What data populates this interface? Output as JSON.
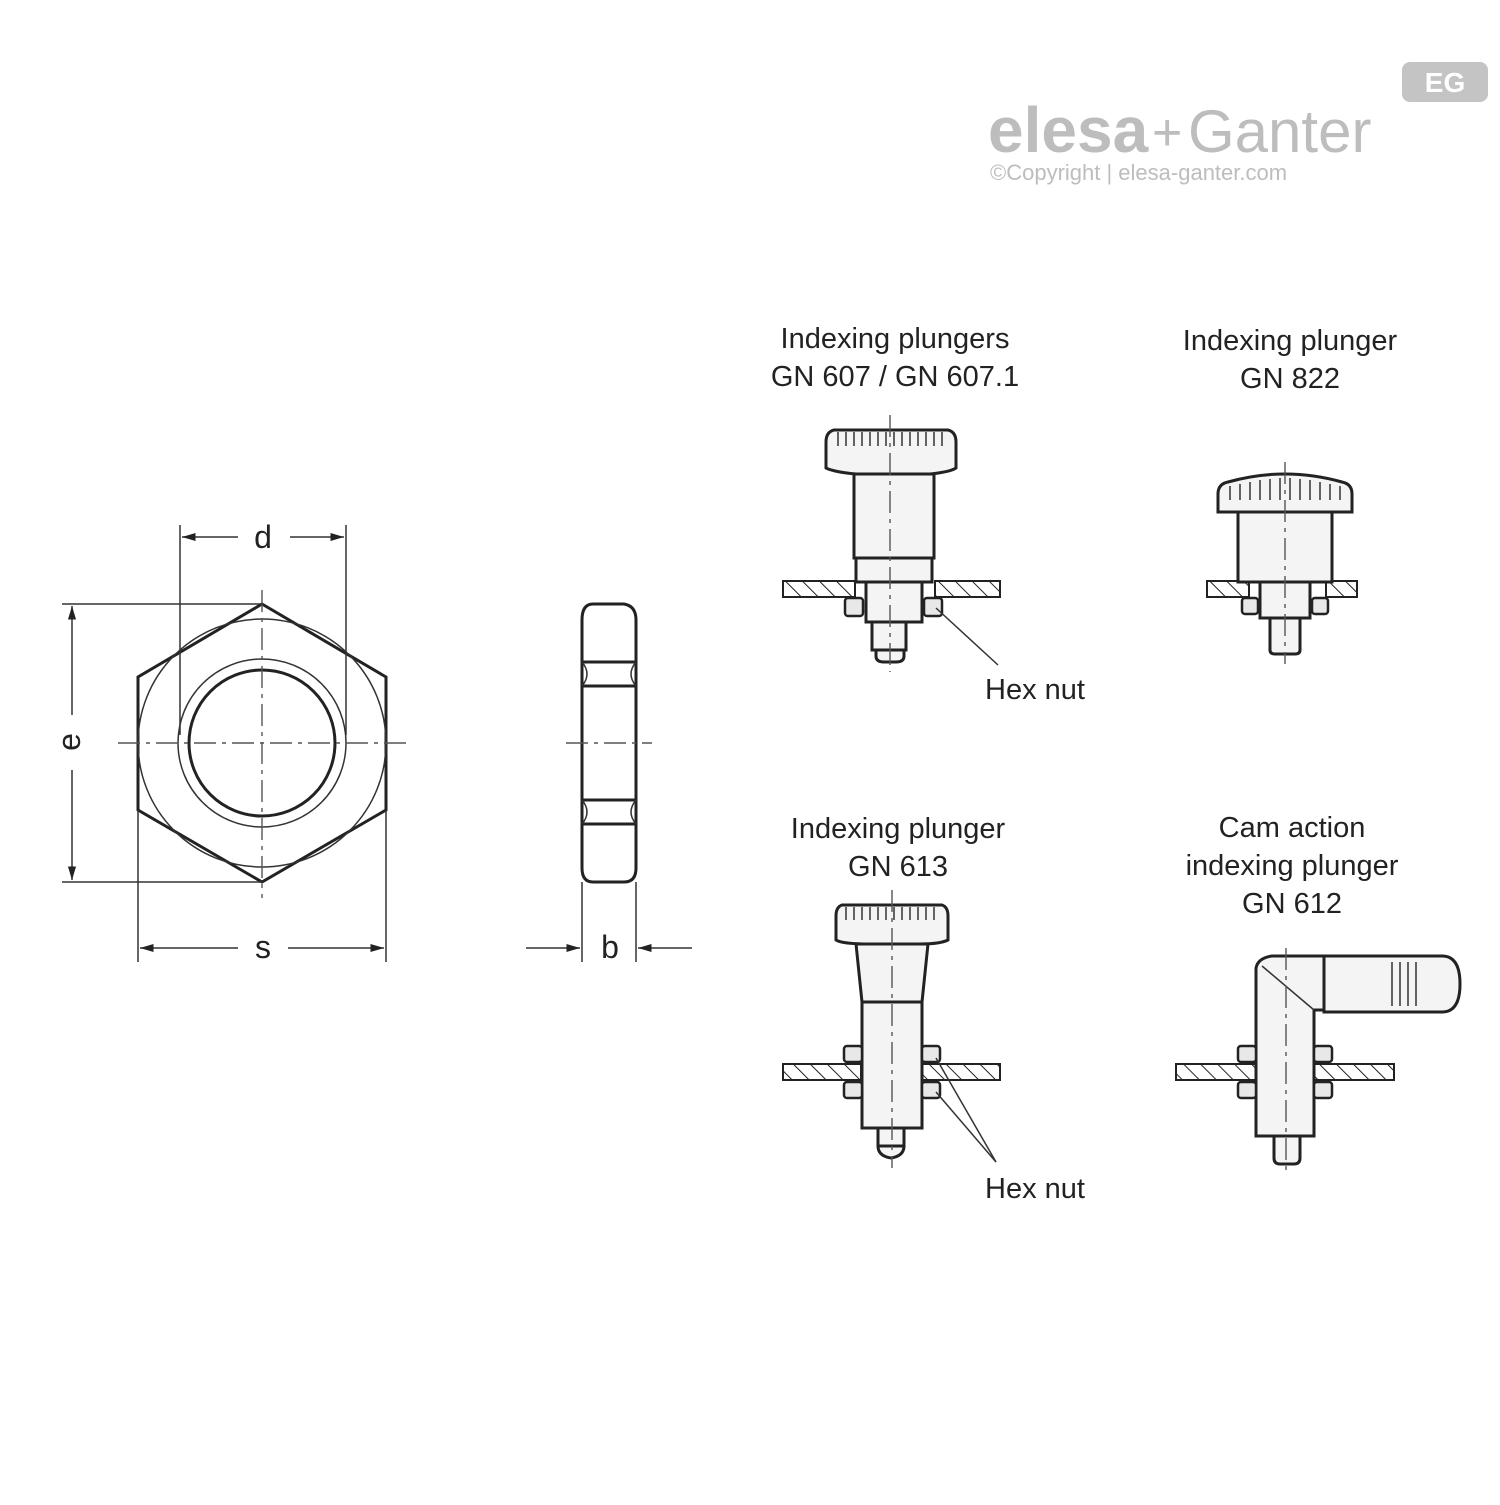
{
  "brand": {
    "logo_text_left": "elesa",
    "logo_plus": "+",
    "logo_text_right": "Ganter",
    "badge": "EG",
    "copyright": "©Copyright | elesa-ganter.com",
    "logo_color": "#bdbdbd"
  },
  "dimensions": {
    "d": "d",
    "e": "e",
    "s": "s",
    "b": "b"
  },
  "products": [
    {
      "title_line1": "Indexing plungers",
      "title_line2": "GN 607 / GN 607.1"
    },
    {
      "title_line1": "Indexing plunger",
      "title_line2": "GN 822"
    },
    {
      "title_line1": "Indexing plunger",
      "title_line2": "GN 613"
    },
    {
      "title_line1": "Cam action",
      "title_line2": "indexing plunger",
      "title_line3": "GN 612"
    }
  ],
  "callouts": {
    "hex_nut_1": "Hex nut",
    "hex_nut_2": "Hex nut"
  },
  "colors": {
    "line": "#222222",
    "background": "#ffffff"
  }
}
